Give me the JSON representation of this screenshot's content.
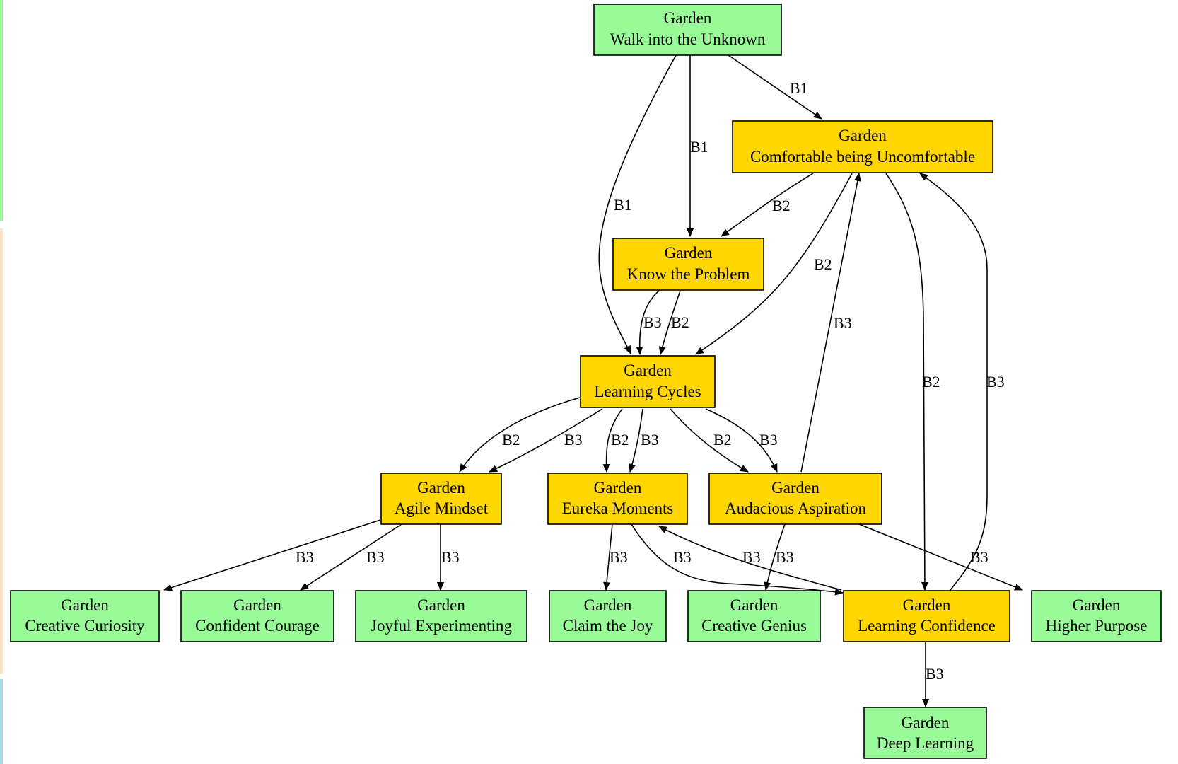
{
  "colors": {
    "green": "#98fb98",
    "gold": "#ffd700",
    "stripe_green": "#98fb98",
    "stripe_peach": "#ffe4c4",
    "stripe_blue": "#add8e6"
  },
  "nodes": [
    {
      "id": "walk",
      "line1": "Garden",
      "line2": "Walk into the Unknown",
      "color": "green"
    },
    {
      "id": "comfort",
      "line1": "Garden",
      "line2": "Comfortable being Uncomfortable",
      "color": "gold"
    },
    {
      "id": "know",
      "line1": "Garden",
      "line2": "Know the Problem",
      "color": "gold"
    },
    {
      "id": "cycles",
      "line1": "Garden",
      "line2": "Learning Cycles",
      "color": "gold"
    },
    {
      "id": "agile",
      "line1": "Garden",
      "line2": "Agile Mindset",
      "color": "gold"
    },
    {
      "id": "eureka",
      "line1": "Garden",
      "line2": "Eureka Moments",
      "color": "gold"
    },
    {
      "id": "audacious",
      "line1": "Garden",
      "line2": "Audacious Aspiration",
      "color": "gold"
    },
    {
      "id": "curiosity",
      "line1": "Garden",
      "line2": "Creative Curiosity",
      "color": "green"
    },
    {
      "id": "courage",
      "line1": "Garden",
      "line2": "Confident Courage",
      "color": "green"
    },
    {
      "id": "joyful",
      "line1": "Garden",
      "line2": "Joyful Experimenting",
      "color": "green"
    },
    {
      "id": "claim",
      "line1": "Garden",
      "line2": "Claim the Joy",
      "color": "green"
    },
    {
      "id": "genius",
      "line1": "Garden",
      "line2": "Creative Genius",
      "color": "green"
    },
    {
      "id": "confidence",
      "line1": "Garden",
      "line2": "Learning Confidence",
      "color": "gold"
    },
    {
      "id": "purpose",
      "line1": "Garden",
      "line2": "Higher Purpose",
      "color": "green"
    },
    {
      "id": "deep",
      "line1": "Garden",
      "line2": "Deep Learning",
      "color": "green"
    }
  ],
  "edges": [
    {
      "from": "walk",
      "to": "comfort",
      "label": "B1"
    },
    {
      "from": "walk",
      "to": "know",
      "label": "B1"
    },
    {
      "from": "walk",
      "to": "cycles",
      "label": "B1"
    },
    {
      "from": "comfort",
      "to": "know",
      "label": "B2"
    },
    {
      "from": "comfort",
      "to": "cycles",
      "label": "B2"
    },
    {
      "from": "comfort",
      "to": "confidence",
      "label": "B2"
    },
    {
      "from": "know",
      "to": "cycles",
      "label": "B3"
    },
    {
      "from": "know",
      "to": "cycles",
      "label": "B2"
    },
    {
      "from": "cycles",
      "to": "agile",
      "label": "B2"
    },
    {
      "from": "cycles",
      "to": "agile",
      "label": "B3"
    },
    {
      "from": "cycles",
      "to": "eureka",
      "label": "B2"
    },
    {
      "from": "cycles",
      "to": "eureka",
      "label": "B3"
    },
    {
      "from": "cycles",
      "to": "audacious",
      "label": "B2"
    },
    {
      "from": "cycles",
      "to": "audacious",
      "label": "B3"
    },
    {
      "from": "audacious",
      "to": "comfort",
      "label": "B3"
    },
    {
      "from": "confidence",
      "to": "comfort",
      "label": "B3"
    },
    {
      "from": "agile",
      "to": "curiosity",
      "label": "B3"
    },
    {
      "from": "agile",
      "to": "courage",
      "label": "B3"
    },
    {
      "from": "agile",
      "to": "joyful",
      "label": "B3"
    },
    {
      "from": "eureka",
      "to": "claim",
      "label": "B3"
    },
    {
      "from": "eureka",
      "to": "confidence",
      "label": "B3"
    },
    {
      "from": "confidence",
      "to": "eureka",
      "label": "B3"
    },
    {
      "from": "audacious",
      "to": "genius",
      "label": "B3"
    },
    {
      "from": "audacious",
      "to": "purpose",
      "label": "B3"
    },
    {
      "from": "confidence",
      "to": "deep",
      "label": "B3"
    }
  ]
}
